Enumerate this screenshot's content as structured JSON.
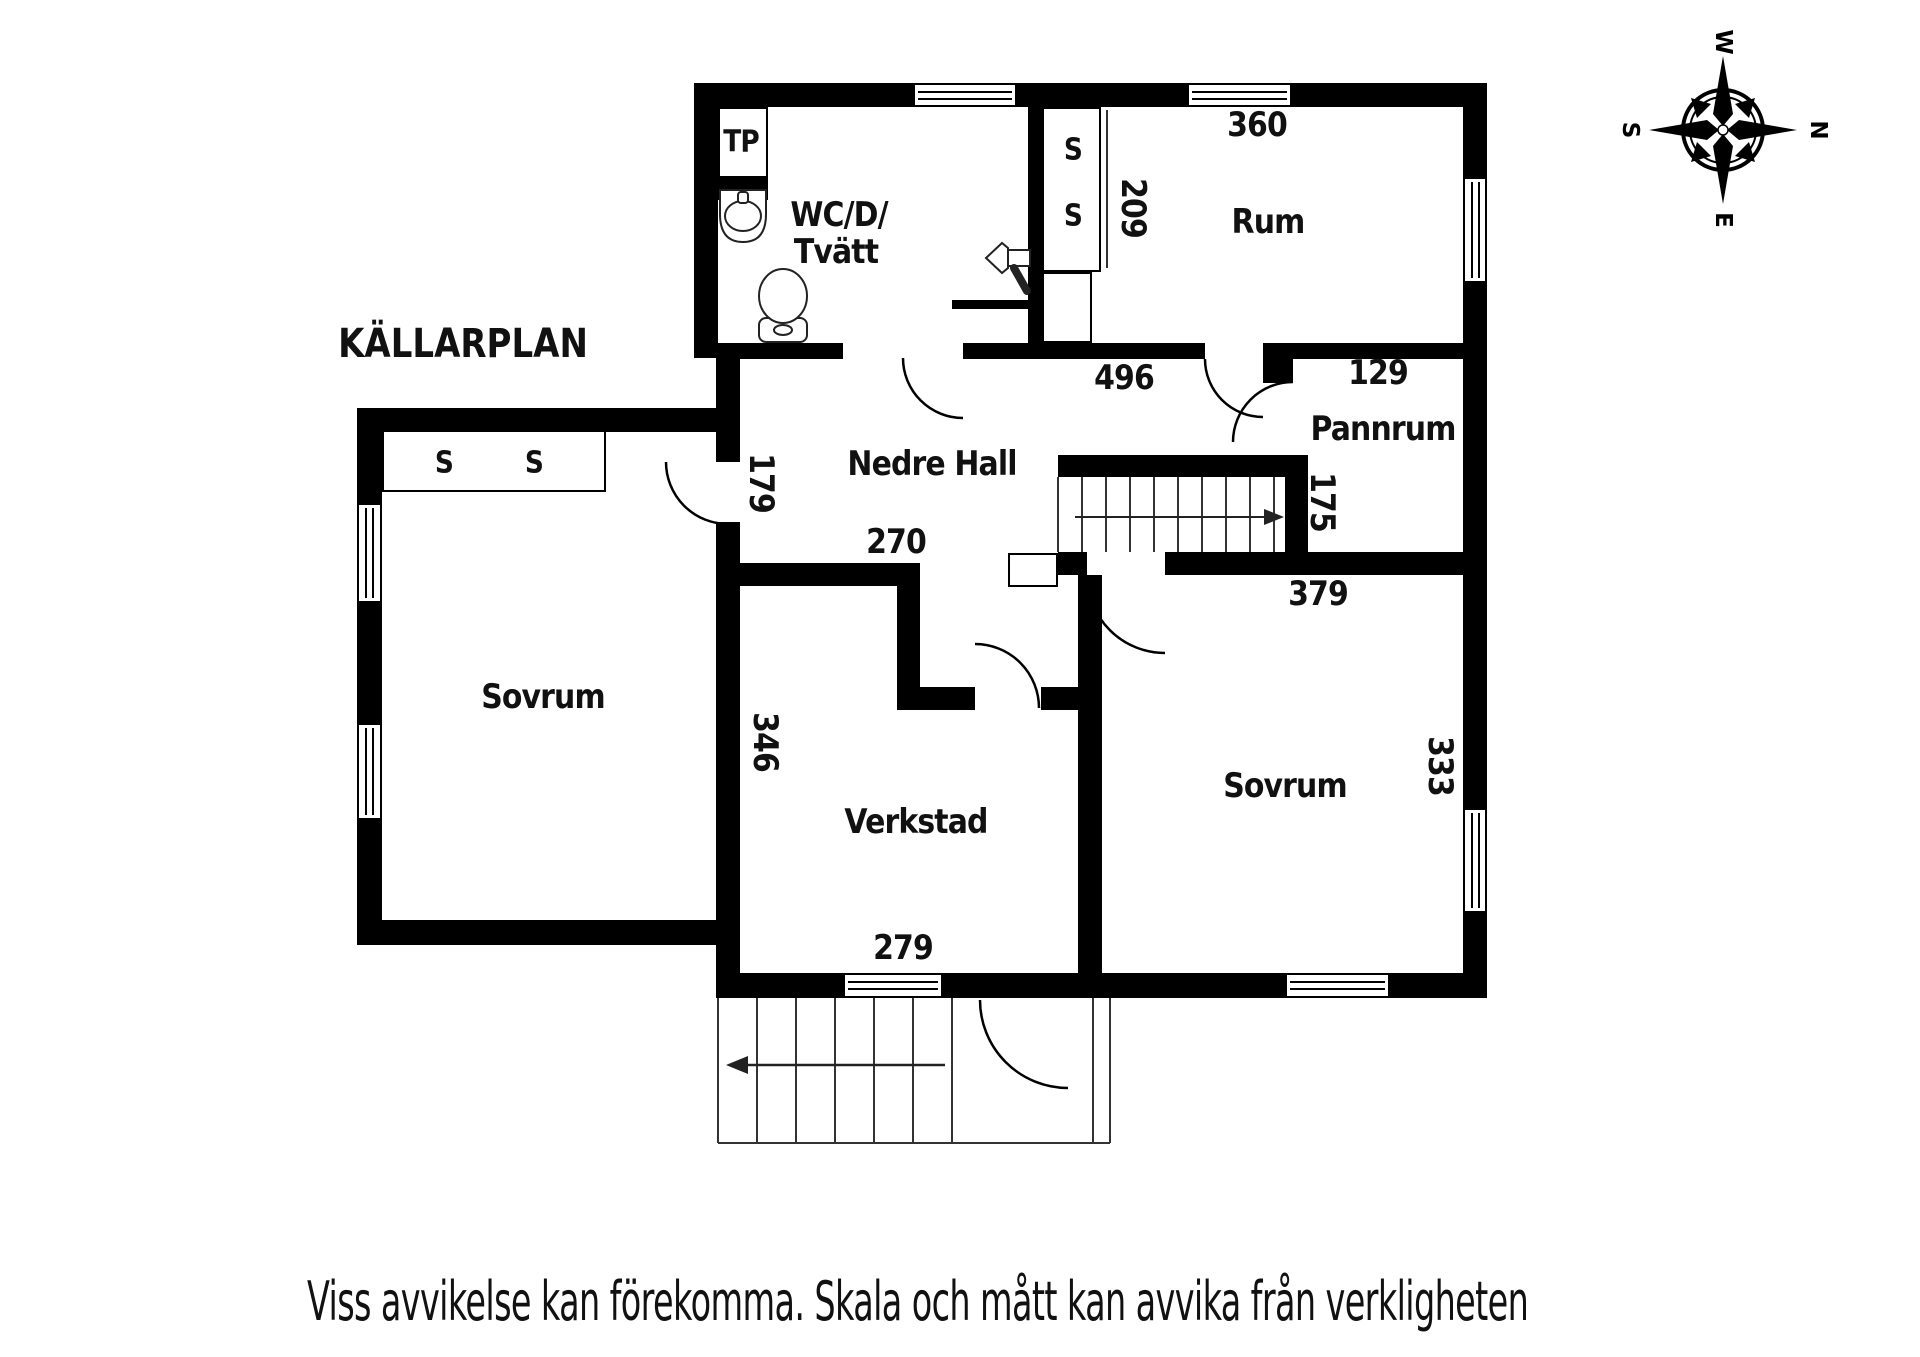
{
  "title": {
    "text": "KÄLLARPLAN"
  },
  "rooms": {
    "tp": "TP",
    "wc_line1": "WC/D/",
    "wc_line2": "Tvätt",
    "rum": "Rum",
    "pannrum": "Pannrum",
    "nedre_hall": "Nedre Hall",
    "sovrum_west": "Sovrum",
    "verkstad": "Verkstad",
    "sovrum_east": "Sovrum"
  },
  "wardrobes": {
    "s1": "S",
    "s2": "S",
    "s3": "S",
    "s4": "S"
  },
  "dimensions": {
    "rum_width": "360",
    "wardrobe_height": "209",
    "hall_width": "496",
    "pannrum_entry": "129",
    "wing_door": "179",
    "hall_lower_width": "270",
    "stair_width": "175",
    "sovrum_east_width": "379",
    "verkstad_height": "346",
    "sovrum_east_height": "333",
    "verkstad_window": "279"
  },
  "compass": {
    "west": "W",
    "north": "N",
    "east": "E",
    "south": "S"
  },
  "footer": {
    "disclaimer": "Viss avvikelse kan förekomma. Skala och mått kan avvika från verkligheten"
  },
  "colors": {
    "wall": "#000000",
    "text": "#111111",
    "background": "#ffffff"
  }
}
